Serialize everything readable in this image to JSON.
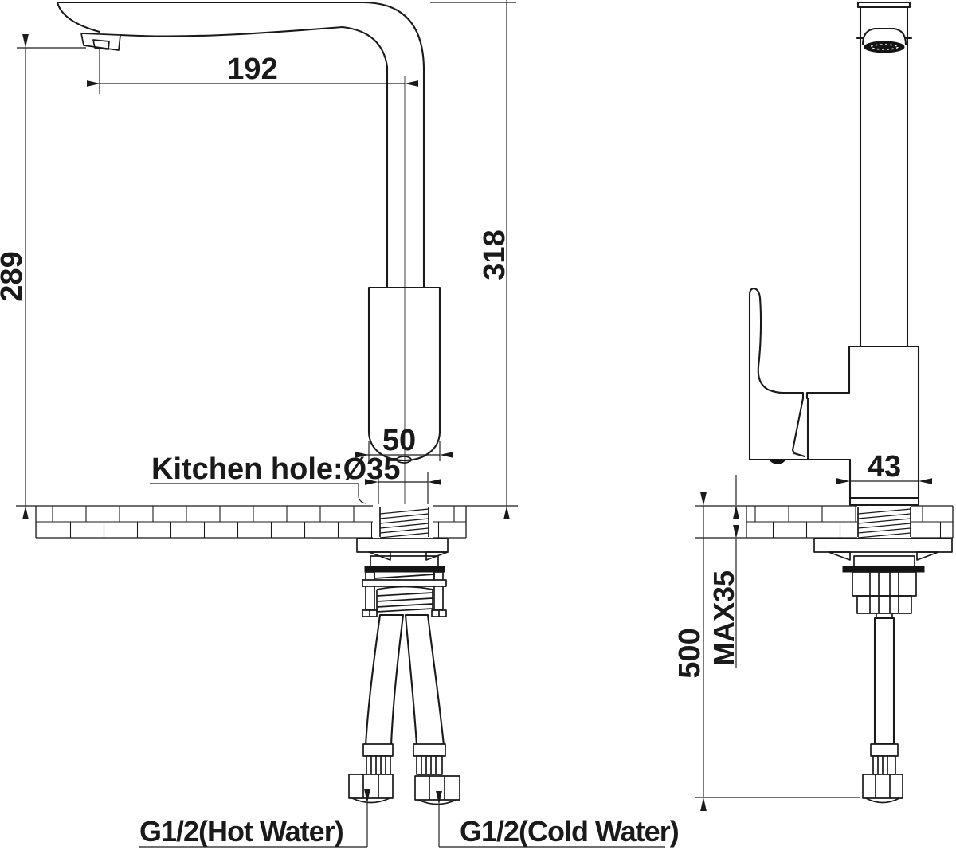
{
  "drawing": {
    "background": "#ffffff",
    "line_color": "#1a1a1a",
    "front_view": {
      "spout_reach_mm": "192",
      "spout_height_mm": "289",
      "total_height_mm": "318",
      "body_width_mm": "50",
      "kitchen_hole_label": "Kitchen hole:Ø35",
      "hot_water_label": "G1/2(Hot Water)",
      "cold_water_label": "G1/2(Cold Water)"
    },
    "side_view": {
      "body_depth_mm": "43",
      "max_counter_thickness_label": "MAX35",
      "hose_length_mm": "500"
    }
  }
}
